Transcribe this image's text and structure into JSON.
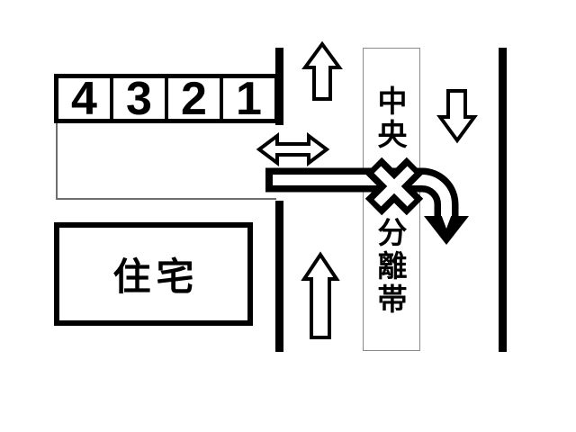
{
  "diagram_title": "parking-and-median-road-diagram",
  "parking": {
    "space_labels": [
      "4",
      "3",
      "2",
      "1"
    ]
  },
  "residence": {
    "label": "住宅"
  },
  "median": {
    "label_full": "中央分離帯",
    "label_top": "中央",
    "label_bottom": "分離帯"
  },
  "icons": {
    "up_arrow_top": "upward-traffic-direction-arrow",
    "down_arrow": "oncoming-traffic-direction-arrow",
    "up_arrow_bottom": "upward-traffic-direction-arrow",
    "double_arrow": "two-way-horizontal-arrow",
    "crossing_path_arrow": "right-turn-across-median-path-arrow",
    "x_mark": "prohibited-x-mark"
  },
  "colors": {
    "ink": "#000000",
    "paper": "#ffffff",
    "thin_outline": "#6e6e6e",
    "median_border": "#8a8a8a"
  }
}
